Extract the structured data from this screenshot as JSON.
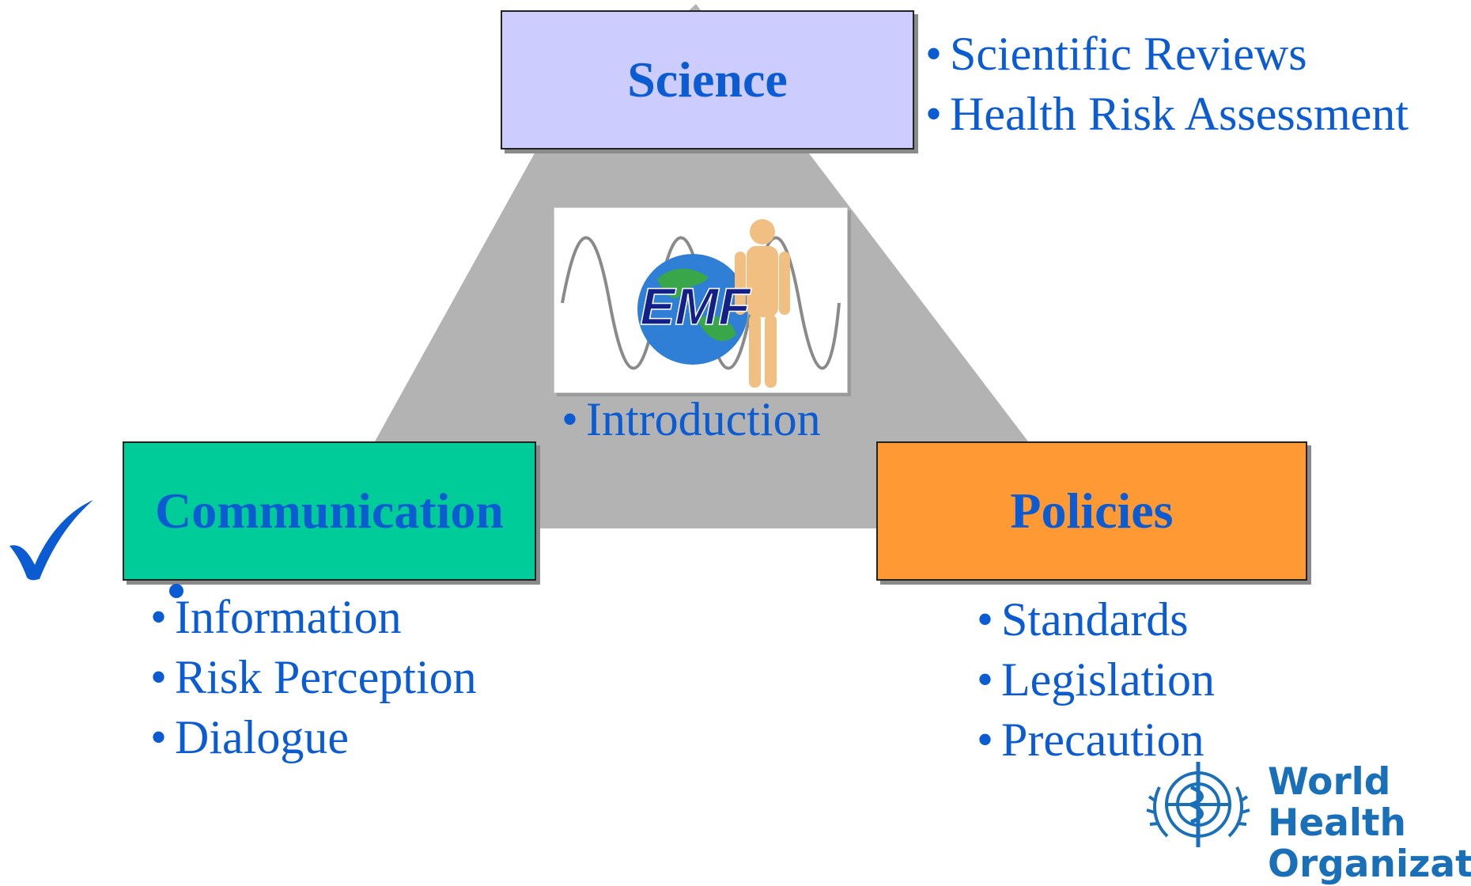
{
  "diagram": {
    "center_logo_text": "EMF",
    "center_item": "Introduction",
    "nodes": [
      {
        "label": "Science",
        "items": [
          "Scientific Reviews",
          "Health Risk Assessment"
        ]
      },
      {
        "label": "Communication",
        "items": [
          "Information",
          "Risk Perception",
          "Dialogue"
        ]
      },
      {
        "label": "Policies",
        "items": [
          "Standards",
          "Legislation",
          "Precaution"
        ]
      }
    ],
    "active_node": "Communication",
    "bullet": "•"
  },
  "footer": {
    "org_logo_line1": "World Health",
    "org_logo_line2": "Organization"
  },
  "colors": {
    "text": "#0b5bd3",
    "triangle": "#b3b3b3",
    "science_box": "#ccccff",
    "communication_box": "#00cc99",
    "policies_box": "#ff9933"
  }
}
